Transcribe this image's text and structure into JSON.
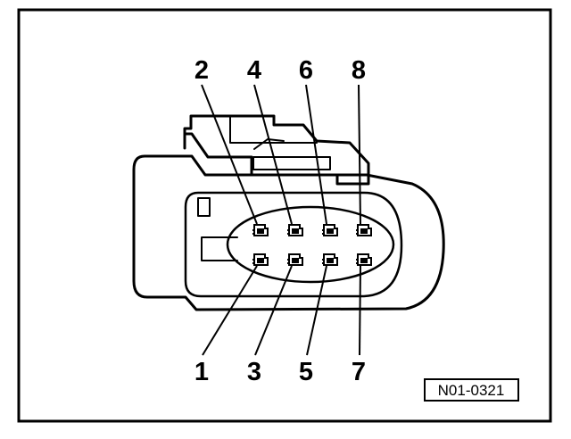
{
  "diagram": {
    "pins_top": [
      "2",
      "4",
      "6",
      "8"
    ],
    "pins_bottom": [
      "1",
      "3",
      "5",
      "7"
    ],
    "reference": "N01-0321"
  },
  "colors": {
    "line": "#000000",
    "background": "#ffffff"
  }
}
